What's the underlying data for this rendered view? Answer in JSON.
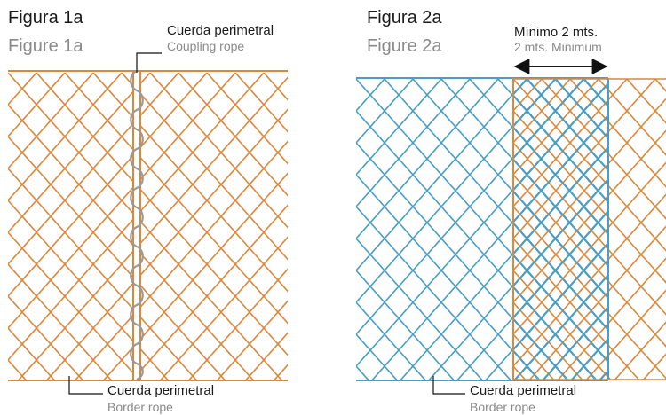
{
  "figure1": {
    "title_es": "Figura 1a",
    "title_en": "Figure 1a",
    "top_label_es": "Cuerda perimetral",
    "top_label_en": "Coupling rope",
    "bottom_label_es": "Cuerda perimetral",
    "bottom_label_en": "Border rope"
  },
  "figure2": {
    "title_es": "Figura 2a",
    "title_en": "Figure 2a",
    "overlap_label_es": "Mínimo 2 mts.",
    "overlap_label_en": "2 mts. Minimum",
    "bottom_label_es": "Cuerda perimetral",
    "bottom_label_en": "Border rope"
  },
  "colors": {
    "orange_net": "#d9893c",
    "blue_net": "#4a9ec4",
    "rope": "#9a9a9a",
    "arrow": "#111111"
  }
}
